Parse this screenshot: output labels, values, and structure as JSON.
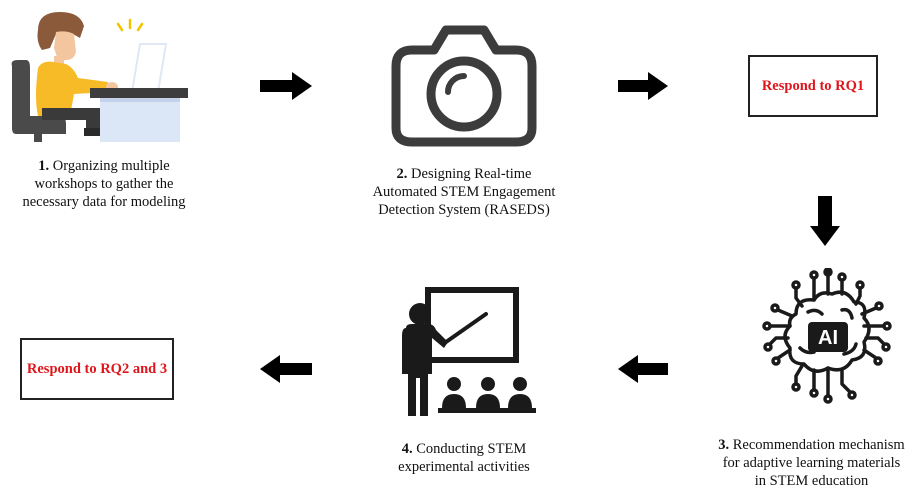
{
  "steps": [
    {
      "number": "1.",
      "lines": [
        "Organizing multiple",
        "workshops to gather the",
        "necessary data for modeling"
      ]
    },
    {
      "number": "2.",
      "lines": [
        "Designing Real-time",
        "Automated STEM Engagement",
        "Detection System (RASEDS)"
      ]
    },
    {
      "number": "3.",
      "lines": [
        "Recommendation mechanism",
        "for adaptive learning materials",
        "in STEM education"
      ]
    },
    {
      "number": "4.",
      "lines": [
        "Conducting STEM",
        "experimental activities"
      ]
    }
  ],
  "boxes": {
    "rq1": "Respond to RQ1",
    "rq23": "Respond to RQ2 and 3"
  },
  "icons": {
    "step1": "person-at-laptop-icon",
    "step2": "camera-icon",
    "step3": "ai-chip-icon",
    "step4": "teacher-presentation-icon"
  },
  "colors": {
    "box_text": "#e0151b",
    "arrow": "#000000"
  }
}
